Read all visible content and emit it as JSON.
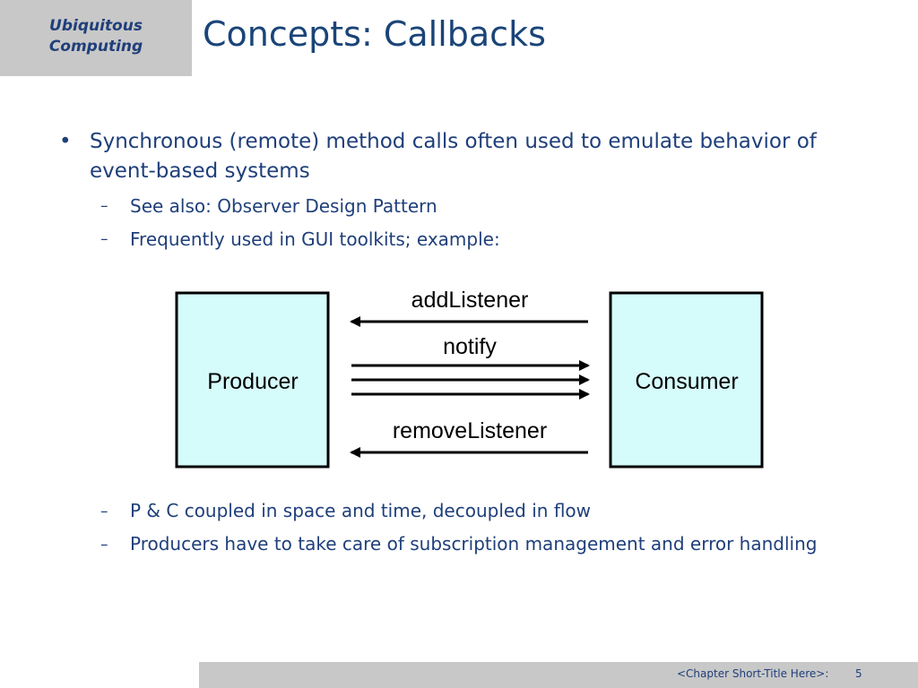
{
  "header": {
    "course_line1": "Ubiquitous",
    "course_line2": "Computing",
    "title": "Concepts: Callbacks"
  },
  "bullets": {
    "main_bullet_symbol": "•",
    "main": "Synchronous (remote) method calls often used to emulate behavior of event-based systems",
    "dash_symbol": "–",
    "sub1": "See also: Observer Design Pattern",
    "sub2": "Frequently used in GUI toolkits; example:",
    "sub3": "P & C coupled in space and time, decoupled in flow",
    "sub4": "Producers have to take care of subscription management and error handling"
  },
  "diagram": {
    "producer_label": "Producer",
    "consumer_label": "Consumer",
    "add_listener_label": "addListener",
    "notify_label": "notify",
    "remove_listener_label": "removeListener",
    "box_fill": "#d6fbfb"
  },
  "footer": {
    "chapter": "<Chapter Short-Title Here>:",
    "page": "5"
  }
}
